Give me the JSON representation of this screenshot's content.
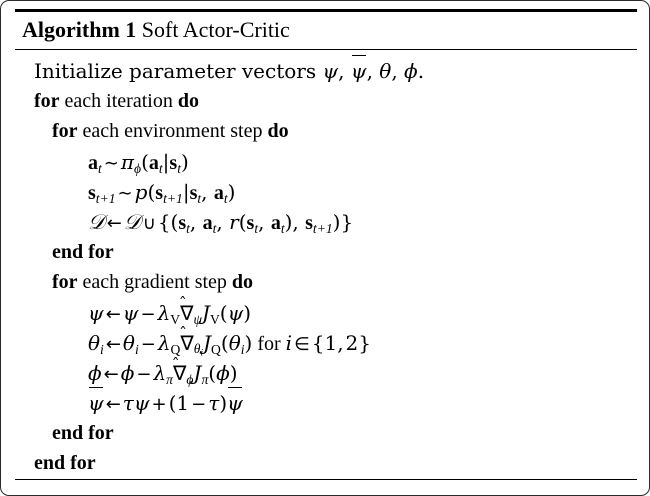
{
  "document": {
    "kind": "algorithm-block",
    "title_keyword": "Algorithm 1",
    "title_name": "Soft Actor-Critic"
  },
  "algorithm": {
    "lines": [
      {
        "id": "line-1",
        "indent": 0,
        "text": "Initialize parameter vectors ψ, ψ̄, θ, ϕ."
      },
      {
        "id": "line-2",
        "indent": 0,
        "text": "for each iteration do"
      },
      {
        "id": "line-3",
        "indent": 1,
        "text": "for each environment step do"
      },
      {
        "id": "line-4",
        "indent": 2,
        "text": "a_t ~ π_ϕ(a_t|s_t)"
      },
      {
        "id": "line-5",
        "indent": 2,
        "text": "s_{t+1} ~ p(s_{t+1}|s_t, a_t)"
      },
      {
        "id": "line-6",
        "indent": 2,
        "text": "D ← D ∪ {(s_t, a_t, r(s_t, a_t), s_{t+1})}"
      },
      {
        "id": "line-7",
        "indent": 1,
        "text": "end for"
      },
      {
        "id": "line-8",
        "indent": 1,
        "text": "for each gradient step do"
      },
      {
        "id": "line-9",
        "indent": 2,
        "text": "ψ ← ψ − λ_V ∇̂_ψ J_V(ψ)"
      },
      {
        "id": "line-10",
        "indent": 2,
        "text": "θ_i ← θ_i − λ_Q ∇̂_{θ_i} J_Q(θ_i) for i ∈ {1, 2}"
      },
      {
        "id": "line-11",
        "indent": 2,
        "text": "ϕ ← ϕ − λ_π ∇̂_ϕ J_π(ϕ)"
      },
      {
        "id": "line-12",
        "indent": 2,
        "text": "ψ̄ ← τψ + (1 − τ)ψ̄"
      },
      {
        "id": "line-13",
        "indent": 1,
        "text": "end for"
      },
      {
        "id": "line-14",
        "indent": 0,
        "text": "end for"
      }
    ],
    "keywords": {
      "for": "for",
      "do": "do",
      "end_for": "end for",
      "initialize": "Initialize",
      "each_iteration": "each iteration",
      "each_environment_step": "each environment step",
      "each_gradient_step": "each gradient step",
      "parameter_vectors": "parameter vectors",
      "for_lowercase": "for"
    },
    "symbols": {
      "psi": "ψ",
      "psi_bar": "ψ̄",
      "theta": "θ",
      "phi": "ϕ",
      "pi": "π",
      "tau": "τ",
      "lambda": "λ",
      "nabla_hat": "∇̂",
      "script_d": "𝒟",
      "sim": "∼",
      "leftarrow": "←",
      "cup": "∪",
      "in": "∈",
      "minus": "−",
      "plus": "+",
      "one": "1",
      "two": "2",
      "index_i": "i",
      "index_t": "t",
      "subscript_V": "V",
      "subscript_Q": "Q",
      "J": "J",
      "p": "p",
      "r": "r",
      "a": "a",
      "s": "s"
    },
    "colors": {
      "rule": "#000000",
      "text": "#000000",
      "background": "#ffffff",
      "frame": "#2a2a2a"
    }
  }
}
